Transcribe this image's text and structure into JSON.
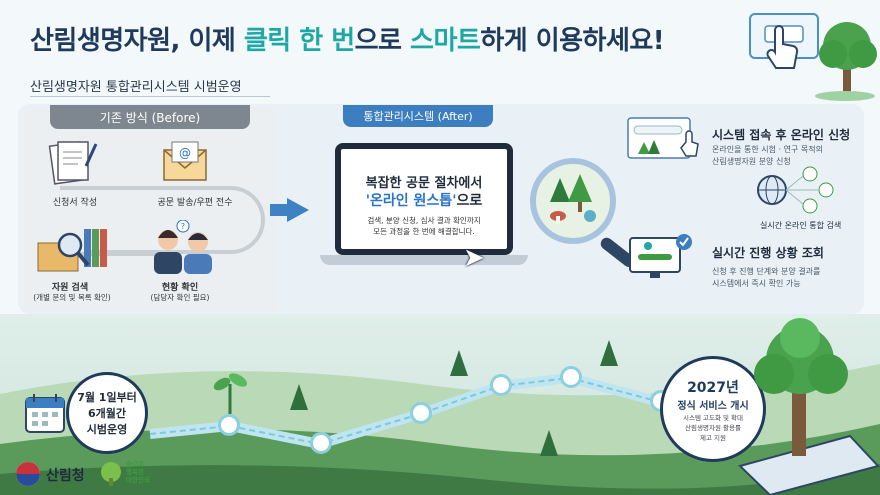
{
  "headline": {
    "part1": "산림생명자원, 이제 ",
    "part2": "클릭 한 번",
    "part3": "으로 ",
    "part4": "스마트",
    "part5": "하게 이용하세요!"
  },
  "subtitle": "산림생명자원 통합관리시스템 시범운영",
  "before": {
    "title": "기존 방식 (Before)",
    "items": [
      {
        "label": "신청서 작성"
      },
      {
        "label": "공문 발송/우편 전수"
      },
      {
        "label": "자원 검색",
        "sub": "(개별 문의 및 목록 확인)"
      },
      {
        "label": "현황 확인",
        "sub": "(담당자 확인 필요)"
      }
    ]
  },
  "after": {
    "title": "통합관리시스템 (After)",
    "line1": "복잡한 공문 절차에서",
    "line2_hl": "'온라인 원스톱'",
    "line2_rest": "으로",
    "line3": "검색, 분양 신청, 심사 결과 확인까지",
    "line4": "모든 과정을 한 번에 해결합니다."
  },
  "features": [
    {
      "title": "시스템 접속 후 온라인 신청",
      "desc1": "온라인을 통한 시험 · 연구 목적의",
      "desc2": "산림생명자원 분양 신청"
    },
    {
      "caption": "실시간 온라인 통합 검색"
    },
    {
      "title": "실시간 진행 상황 조회",
      "desc1": "신청 후 진행 단계와 분양 결과를",
      "desc2": "시스템에서 즉시 확인 가능"
    }
  ],
  "timeline": {
    "start1": "7월 1일부터",
    "start2": "6개월간",
    "start3": "시범운영",
    "end_year": "2027년",
    "end_title": "정식 서비스 개시",
    "end_d1": "시스템 고도화 및 확대",
    "end_d2": "산림생명자원 활용률",
    "end_d3": "제고 지원"
  },
  "logos": {
    "agency": "산림청",
    "slogan1": "숲으로",
    "slogan2": "행복한",
    "slogan3": "대한민국"
  },
  "colors": {
    "accent": "#1fa7a6",
    "navy": "#1f3a5a",
    "blue": "#3c7ec0",
    "green": "#3f9a43"
  }
}
